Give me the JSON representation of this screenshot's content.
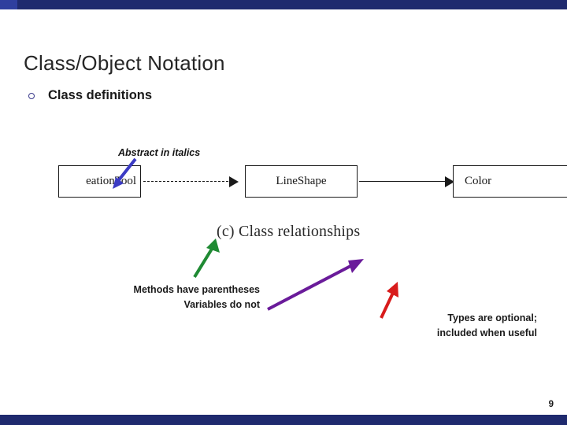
{
  "slide": {
    "title": "Class/Object Notation",
    "page_number": "9",
    "colors": {
      "top_bar": "#1f2a6e",
      "top_bar_accent": "#2f3f9e",
      "bottom_bar": "#1f2a6e",
      "bullet_marker": "#3a3a8c",
      "arrow_blue": "#3b3bc4",
      "arrow_green": "#1f8a33",
      "arrow_purple": "#6a1b9a",
      "arrow_red": "#d81b1b"
    },
    "bullets": [
      {
        "label": "Class definitions"
      }
    ]
  },
  "diagram": {
    "caption": "(c) Class relationships",
    "boxes": [
      {
        "label": "eationTool"
      },
      {
        "label": "LineShape"
      },
      {
        "label": "Color"
      }
    ],
    "connectors": [
      {
        "type": "dashed-arrow"
      },
      {
        "type": "solid-arrow"
      }
    ]
  },
  "annotations": [
    {
      "name": "abstract-note",
      "text": "Abstract in italics"
    },
    {
      "name": "methods-note-line1",
      "text": "Methods have parentheses"
    },
    {
      "name": "methods-note-line2",
      "text": "Variables do not"
    },
    {
      "name": "types-note-line1",
      "text": "Types are optional;"
    },
    {
      "name": "types-note-line2",
      "text": "included when useful"
    }
  ]
}
